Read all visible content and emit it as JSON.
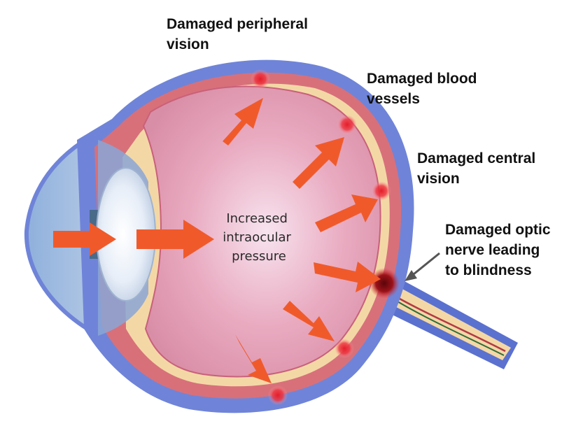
{
  "labels": {
    "peripheral": "Damaged peripheral\nvision",
    "blood_vessels": "Damaged blood\nvessels",
    "central": "Damaged central\nvision",
    "optic": "Damaged optic\nnerve leading\nto blindness",
    "pressure_line1": "Increased",
    "pressure_line2": "intraocular",
    "pressure_line3": "pressure"
  },
  "colors": {
    "background": "#ffffff",
    "sclera": "#6f84d8",
    "choroid": "#d8707a",
    "retina": "#f3d8a6",
    "vitreous": "#e8a3b8",
    "lens": "#dfe7f3",
    "cornea": "#b8cbe3",
    "arrow": "#f05a2b",
    "damage": "#e41d2a",
    "optic_damage": "#7d0c12",
    "pointer": "#555555"
  },
  "icons": [
    "arrow-icon",
    "damage-spot-icon"
  ]
}
